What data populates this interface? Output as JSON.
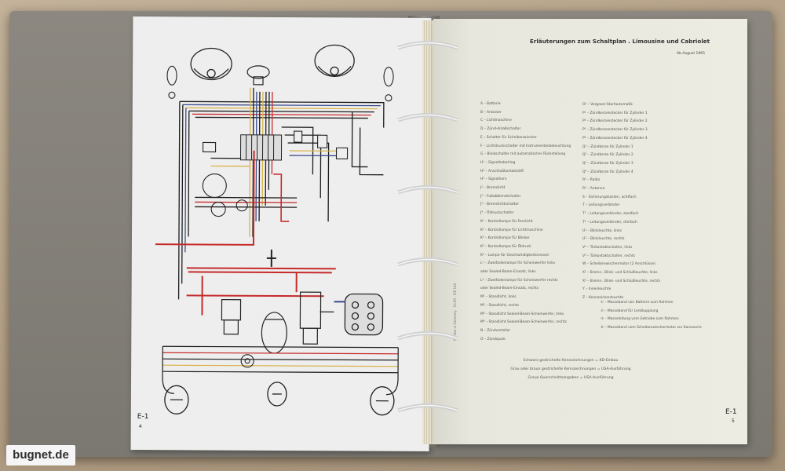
{
  "left_page": {
    "section": "E-1",
    "page_number": "4"
  },
  "right_page": {
    "title": "Erläuterungen zum Schaltplan . Limousine und Cabriolet",
    "date": "Ab August 1965",
    "section": "E-1",
    "page_number": "5",
    "print_code": "Printed in Germany · 10.65 · 5/6 140",
    "legend_left": [
      "A – Batterie",
      "B – Anlasser",
      "C – Lichtmaschine",
      "D – Zünd-Anlaßschalter",
      "E – Schalter für Scheibenwischer",
      "F – Lichtdruckschalter mit Instrumentenbeleuchtung",
      "G – Blinkschalter mit automatischer Rückstellung",
      "H¹ – Signalhebelring",
      "H² – Anschlußkontaktstift",
      "H³ – Signalhorn",
      "J¹ – Bremslicht",
      "J² – Fußabblendschalter",
      "J³ – Bremslichtschalter",
      "J⁴ – Öldruckschalter",
      "K¹ – Kontrollampe für Fernlicht",
      "K² – Kontrollampe für Lichtmaschine",
      "K³ – Kontrollampe für Blinker",
      "K⁴ – Kontrollampe für Öldruck",
      "K⁵ – Lampe für Geschwindigkeitsmesser",
      "L¹ – Zweifadenlampe für Scheinwerfer links",
      "oder Sealed-Beam-Einsatz, links",
      "L² – Zweifadenlampe für Scheinwerfer rechts",
      "oder Sealed-Beam-Einsatz, rechts",
      "M¹ – Standlicht, links",
      "M² – Standlicht, rechts",
      "M³ – Standlicht Sealed-Beam-Scheinwerfer, links",
      "M⁴ – Standlicht Sealed-Beam-Scheinwerfer, rechts",
      "N – Zündverteiler",
      "O – Zündspule"
    ],
    "legend_right": [
      "O¹ – Vergaser-Startautomatik",
      "P¹ – Zündkerzenstecker für Zylinder 1",
      "P² – Zündkerzenstecker für Zylinder 2",
      "P³ – Zündkerzenstecker für Zylinder 3",
      "P⁴ – Zündkerzenstecker für Zylinder 4",
      "Q¹ – Zündkerze für Zylinder 1",
      "Q² – Zündkerze für Zylinder 2",
      "Q³ – Zündkerze für Zylinder 3",
      "Q⁴ – Zündkerze für Zylinder 4",
      "R¹ – Radio",
      "R² – Antenne",
      "S – Sicherungskasten, achtfach",
      "T – Leitungsverbinder",
      "T¹ – Leitungsverbinder, zweifach",
      "T² – Leitungsverbinder, dreifach",
      "U¹ – Blinkleuchte, links",
      "U² – Blinkleuchte, rechts",
      "V¹ – Türkontaktschalter, links",
      "V² – Türkontaktschalter, rechts",
      "W – Scheibenwischermotor (2 Anschlüsse)",
      "X¹ – Brems-, Blink- und Schlußleuchte, links",
      "X² – Brems-, Blink- und Schlußleuchte, rechts",
      "Y – Innenleuchte",
      "Z – Kennzeichenleuchte"
    ],
    "circled_notes": [
      "① – Masseband von Batterie zum Rahmen",
      "② – Masseband für Lenkkupplung",
      "③ – Masseleitung vom Getriebe zum Rahmen",
      "④ – Masseband vom Scheibenwischermotor zur Karosserie"
    ],
    "line_key": [
      "Schwarz gestrichelte Kennzeichnungen = KD-Einbau",
      "Grau oder braun gestrichelte Kennzeichnungen = USA-Ausführung",
      "Graue Querschnittsangaben = USA-Ausführung"
    ]
  },
  "watermark": "bugnet.de",
  "colors": {
    "page": "#eeeeee",
    "wire_dark": "#1c1c1c",
    "wire_red": "#c62a2a",
    "wire_yellow": "#d9b24a",
    "wire_blue": "#3a4a8a",
    "binder": "#7f7c76",
    "table": "#b7a58c"
  }
}
